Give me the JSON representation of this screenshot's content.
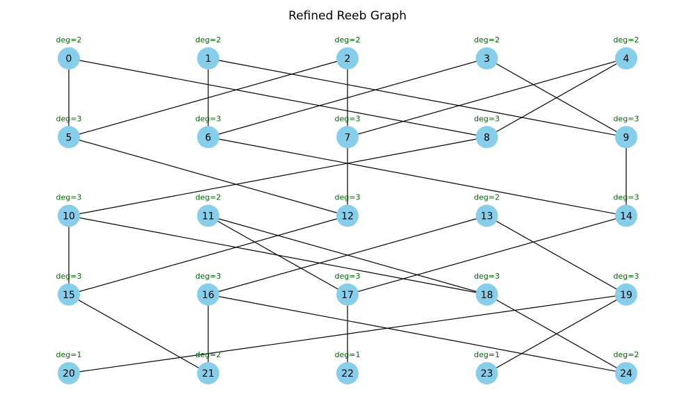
{
  "title": "Refined Reeb Graph",
  "colors": {
    "node_fill": "#87ceeb",
    "edge": "#000000",
    "degree_text": "#006400",
    "node_text": "#000000",
    "background": "#ffffff"
  },
  "grid": {
    "columns": 5,
    "rows": 5
  },
  "nodes": [
    {
      "id": 0,
      "label": "0",
      "deg": "deg=2"
    },
    {
      "id": 1,
      "label": "1",
      "deg": "deg=2"
    },
    {
      "id": 2,
      "label": "2",
      "deg": "deg=2"
    },
    {
      "id": 3,
      "label": "3",
      "deg": "deg=2"
    },
    {
      "id": 4,
      "label": "4",
      "deg": "deg=2"
    },
    {
      "id": 5,
      "label": "5",
      "deg": "deg=3"
    },
    {
      "id": 6,
      "label": "6",
      "deg": "deg=3"
    },
    {
      "id": 7,
      "label": "7",
      "deg": "deg=3"
    },
    {
      "id": 8,
      "label": "8",
      "deg": "deg=3"
    },
    {
      "id": 9,
      "label": "9",
      "deg": "deg=3"
    },
    {
      "id": 10,
      "label": "10",
      "deg": "deg=3"
    },
    {
      "id": 11,
      "label": "11",
      "deg": "deg=2"
    },
    {
      "id": 12,
      "label": "12",
      "deg": "deg=3"
    },
    {
      "id": 13,
      "label": "13",
      "deg": "deg=2"
    },
    {
      "id": 14,
      "label": "14",
      "deg": "deg=3"
    },
    {
      "id": 15,
      "label": "15",
      "deg": "deg=3"
    },
    {
      "id": 16,
      "label": "16",
      "deg": "deg=3"
    },
    {
      "id": 17,
      "label": "17",
      "deg": "deg=3"
    },
    {
      "id": 18,
      "label": "18",
      "deg": "deg=3"
    },
    {
      "id": 19,
      "label": "19",
      "deg": "deg=3"
    },
    {
      "id": 20,
      "label": "20",
      "deg": "deg=1"
    },
    {
      "id": 21,
      "label": "21",
      "deg": "deg=2"
    },
    {
      "id": 22,
      "label": "22",
      "deg": "deg=1"
    },
    {
      "id": 23,
      "label": "23",
      "deg": "deg=1"
    },
    {
      "id": 24,
      "label": "24",
      "deg": "deg=2"
    }
  ],
  "edges": [
    [
      0,
      5
    ],
    [
      0,
      8
    ],
    [
      1,
      6
    ],
    [
      1,
      9
    ],
    [
      2,
      5
    ],
    [
      2,
      7
    ],
    [
      3,
      6
    ],
    [
      3,
      9
    ],
    [
      4,
      7
    ],
    [
      4,
      8
    ],
    [
      5,
      12
    ],
    [
      6,
      14
    ],
    [
      7,
      12
    ],
    [
      8,
      10
    ],
    [
      9,
      14
    ],
    [
      10,
      15
    ],
    [
      10,
      18
    ],
    [
      11,
      17
    ],
    [
      11,
      18
    ],
    [
      12,
      15
    ],
    [
      13,
      16
    ],
    [
      13,
      19
    ],
    [
      14,
      17
    ],
    [
      15,
      21
    ],
    [
      16,
      21
    ],
    [
      16,
      24
    ],
    [
      17,
      22
    ],
    [
      18,
      24
    ],
    [
      19,
      20
    ],
    [
      19,
      23
    ]
  ]
}
